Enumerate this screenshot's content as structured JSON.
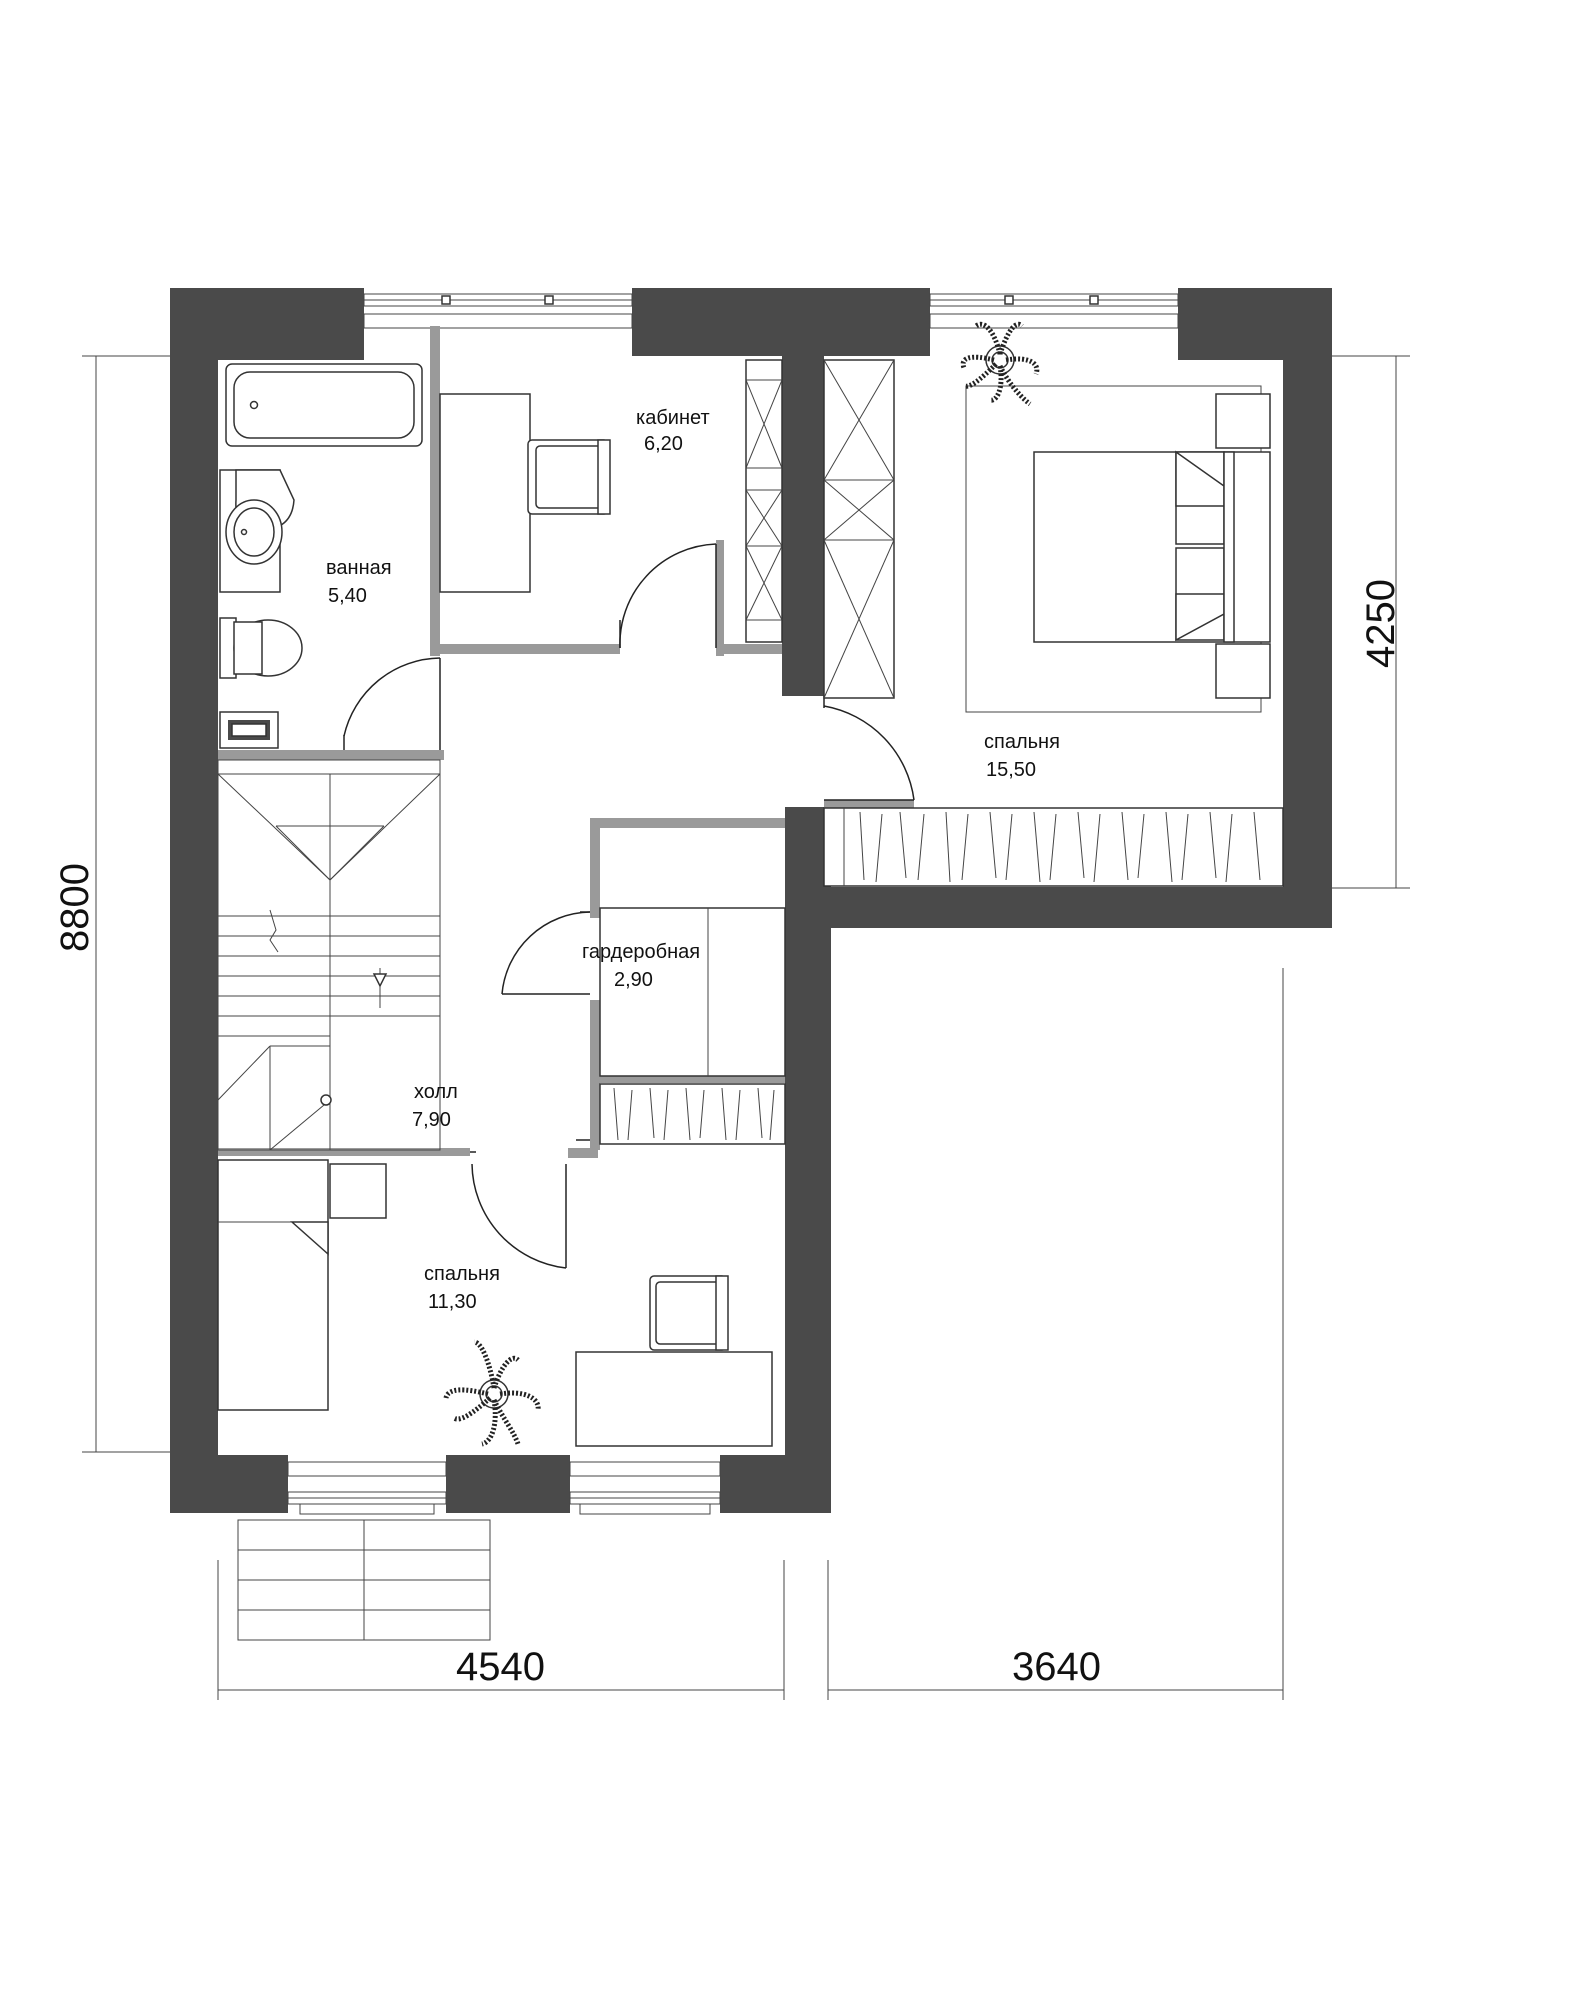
{
  "rooms": {
    "kabinet": {
      "name": "кабинет",
      "area": "6,20"
    },
    "vannaya": {
      "name": "ванная",
      "area": "5,40"
    },
    "spalnya_big": {
      "name": "спальня",
      "area": "15,50"
    },
    "garderobnaya": {
      "name": "гардеробная",
      "area": "2,90"
    },
    "holl": {
      "name": "холл",
      "area": "7,90"
    },
    "spalnya_small": {
      "name": "спальня",
      "area": "11,30"
    }
  },
  "dimensions": {
    "left_height": "8800",
    "right_height": "4250",
    "bottom_left": "4540",
    "bottom_right": "3640"
  },
  "colors": {
    "wall": "#4a4a4a",
    "partition": "#9a9a9a",
    "line": "#222222"
  }
}
